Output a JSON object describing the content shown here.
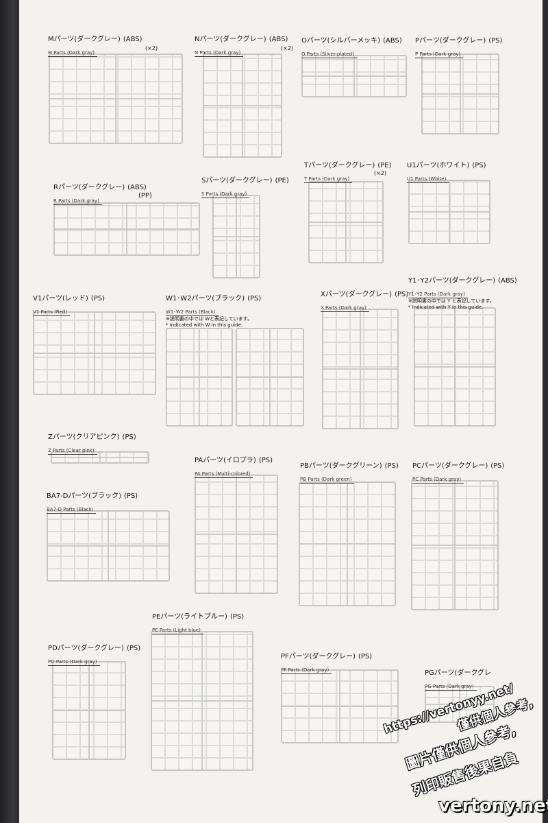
{
  "parts": [
    {
      "id": "M",
      "jp": "Mパーツ(ダークグレー)",
      "tag": "(ABS)",
      "en": "M Parts (Dark gray)",
      "extra": "(×2)"
    },
    {
      "id": "N",
      "jp": "Nパーツ(ダークグレー)",
      "tag": "(ABS)",
      "en": "N Parts (Dark gray)",
      "extra": "(×2)"
    },
    {
      "id": "O",
      "jp": "Oパーツ(シルバーメッキ)",
      "tag": "(ABS)",
      "en": "O Parts (Silver-plated)",
      "extra": ""
    },
    {
      "id": "P",
      "jp": "Pパーツ(ダークグレー)",
      "tag": "(PS)",
      "en": "P Parts (Dark gray)",
      "extra": ""
    },
    {
      "id": "R",
      "jp": "Rパーツ(ダークグレー)",
      "tag": "(ABS)",
      "en": "R Parts (Dark gray)",
      "extra": "(PP)"
    },
    {
      "id": "S",
      "jp": "Sパーツ(ダークグレー)",
      "tag": "(PE)",
      "en": "S Parts (Dark gray)",
      "extra": ""
    },
    {
      "id": "T",
      "jp": "Tパーツ(ダークグレー)",
      "tag": "(PE)",
      "en": "T Parts (Dark gray)",
      "extra": "(×2)"
    },
    {
      "id": "U1",
      "jp": "U1パーツ(ホワイト)",
      "tag": "(PS)",
      "en": "U1 Parts (White)",
      "extra": ""
    },
    {
      "id": "V1",
      "jp": "V1パーツ(レッド)",
      "tag": "(PS)",
      "en": "V1 Parts (Red)",
      "extra": ""
    },
    {
      "id": "W",
      "jp": "W1･W2パーツ(ブラック)",
      "tag": "(PS)",
      "en": "W1･W2 Parts (Black)",
      "extra": "",
      "note_jp": "※説明書の中では Wと表記しています。",
      "note_en": "* Indicated with W in this guide."
    },
    {
      "id": "X",
      "jp": "Xパーツ(ダークグレー)",
      "tag": "(PS)",
      "en": "X Parts (Dark gray)",
      "extra": ""
    },
    {
      "id": "Y",
      "jp": "Y1･Y2パーツ(ダークグレー)",
      "tag": "(ABS)",
      "en": "Y1･Y2 Parts (Dark gray)",
      "extra": "",
      "note_jp": "※説明書の中では Y と表記しています。",
      "note_en": "* Indicated with Y in this guide."
    },
    {
      "id": "Z",
      "jp": "Zパーツ(クリアピンク)",
      "tag": "(PS)",
      "en": "Z Parts (Clear pink)",
      "extra": ""
    },
    {
      "id": "PA",
      "jp": "PAパーツ(イロプラ)",
      "tag": "(PS)",
      "en": "PA Parts (Multi-colored)",
      "extra": ""
    },
    {
      "id": "PB",
      "jp": "PBパーツ(ダークグリーン)",
      "tag": "(PS)",
      "en": "PB Parts (Dark green)",
      "extra": ""
    },
    {
      "id": "PC",
      "jp": "PCパーツ(ダークグレー)",
      "tag": "(PS)",
      "en": "PC Parts (Dark gray)",
      "extra": ""
    },
    {
      "id": "BA7D",
      "jp": "BA7-Dパーツ(ブラック)",
      "tag": "(PS)",
      "en": "BA7-D Parts (Black)",
      "extra": ""
    },
    {
      "id": "PE",
      "jp": "PEパーツ(ライトブルー)",
      "tag": "(PS)",
      "en": "PE Parts (Light blue)",
      "extra": ""
    },
    {
      "id": "PD",
      "jp": "PDパーツ(ダークグレー)",
      "tag": "(PS)",
      "en": "PD Parts (Dark gray)",
      "extra": ""
    },
    {
      "id": "PF",
      "jp": "PFパーツ(ダークグレー)",
      "tag": "(PS)",
      "en": "PF Parts (Dark gray)",
      "extra": ""
    },
    {
      "id": "PG",
      "jp": "PGパーツ(ダークグレ",
      "tag": "",
      "en": "PG Parts (Dark gray)",
      "extra": ""
    }
  ],
  "watermark": {
    "line1": "https://vertonyy.net/",
    "line2": "僅供個人參考,",
    "line3": "圖片僅供個人參考,",
    "line4": "列印販售後果自負",
    "brand": "vertony.net"
  },
  "colors": {
    "page": "#f3f2ee",
    "sprue": "#c6c6c2",
    "ink": "#111111"
  }
}
